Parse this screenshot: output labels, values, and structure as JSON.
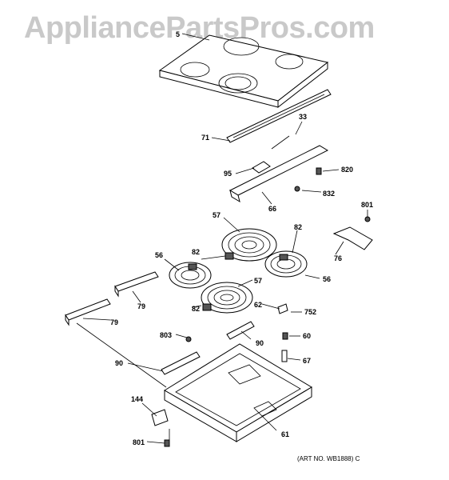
{
  "watermark": "AppliancePartsPros.com",
  "art_number": "(ART NO. WB1888) C",
  "callouts": {
    "c5": "5",
    "c71": "71",
    "c33": "33",
    "c95": "95",
    "c820": "820",
    "c66": "66",
    "c832": "832",
    "c57a": "57",
    "c82a": "82",
    "c801a": "801",
    "c76": "76",
    "c56a": "56",
    "c82b": "82",
    "c56b": "56",
    "c57b": "57",
    "c79a": "79",
    "c82c": "82",
    "c62": "62",
    "c752": "752",
    "c79b": "79",
    "c803": "803",
    "c90a": "90",
    "c60": "60",
    "c90b": "90",
    "c67": "67",
    "c144": "144",
    "c61": "61",
    "c801b": "801"
  }
}
